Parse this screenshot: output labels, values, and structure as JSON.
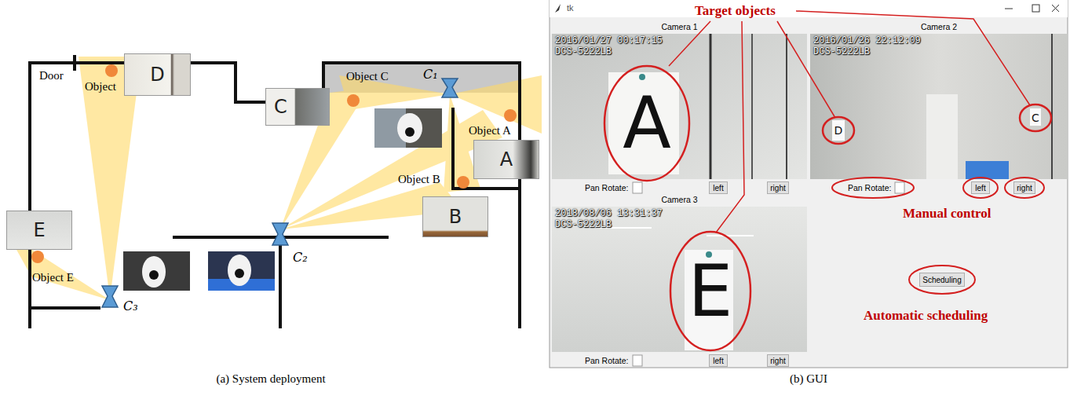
{
  "diagram": {
    "nodes": [
      {
        "text": [
          "D"
        ]
      },
      {
        "text": [
          "C"
        ]
      },
      {
        "text": [
          "A"
        ]
      },
      {
        "text": [
          "B"
        ]
      },
      {
        "text": [
          "E"
        ]
      },
      {
        "text": [
          "Camera 1",
          "2016/01/27 00:17:15",
          "DCS-5222LB"
        ]
      },
      {
        "text": [
          "A"
        ],
        "in": 5
      },
      {
        "text": [
          "Camera 2",
          "2016/01/26 22:12:09",
          "DCS-5222LB"
        ]
      },
      {
        "text": [
          "D"
        ],
        "in": 7
      },
      {
        "text": [
          "C"
        ],
        "in": 7
      },
      {
        "text": [
          "Camera 3",
          "2018/08/06 13:31:37",
          "DCS-5222LB"
        ]
      },
      {
        "text": [
          "E"
        ],
        "in": 10
      },
      {
        "text": [
          "left"
        ]
      },
      {
        "text": [
          "right"
        ]
      },
      {
        "text": [
          "left"
        ]
      },
      {
        "text": [
          "right"
        ]
      },
      {
        "text": [
          "left"
        ]
      },
      {
        "text": [
          "right"
        ]
      },
      {
        "text": [
          "Scheduling"
        ]
      }
    ],
    "labels": [
      "Door",
      "Object",
      "Object C",
      "C₁",
      "Object A",
      "Object B",
      "C₂",
      "Object E",
      "C₃",
      "(a) System deployment",
      "tk",
      "Target objects",
      "Pan Rotate:",
      "Pan Rotate:",
      "Pan Rotate:",
      "Manual control",
      "Automatic scheduling",
      "(b) GUI"
    ]
  }
}
